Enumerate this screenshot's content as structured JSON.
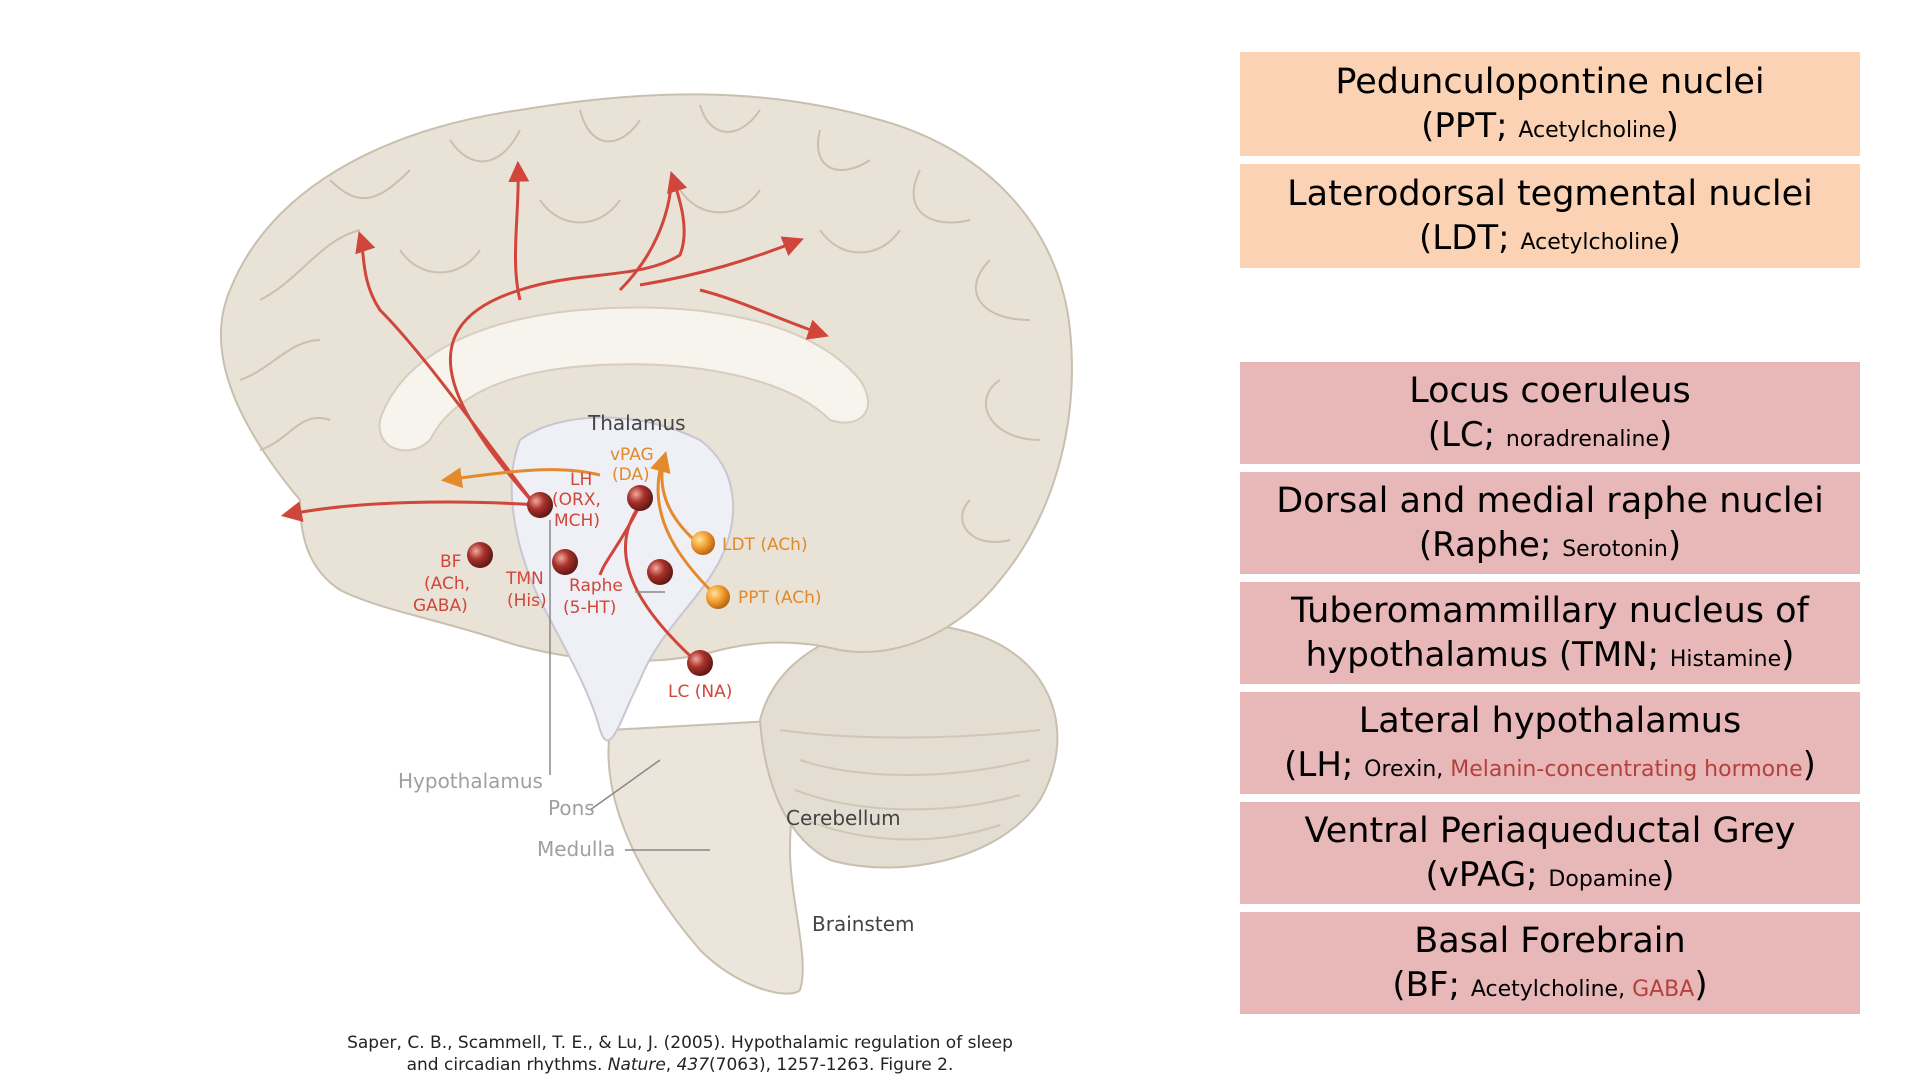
{
  "diagram": {
    "labels": {
      "thalamus": "Thalamus",
      "vpag_1": "vPAG",
      "vpag_2": "(DA)",
      "lh_1": "LH",
      "lh_2": "(ORX,",
      "lh_3": "MCH)",
      "bf_1": "BF",
      "bf_2": "(ACh,",
      "bf_3": "GABA)",
      "tmn_1": "TMN",
      "tmn_2": "(His)",
      "raphe_1": "Raphe",
      "raphe_2": "(5-HT)",
      "ldt": "LDT (ACh)",
      "ppt": "PPT (ACh)",
      "lc": "LC (NA)",
      "hypothalamus": "Hypothalamus",
      "pons": "Pons",
      "medulla": "Medulla",
      "cerebellum": "Cerebellum",
      "brainstem": "Brainstem"
    },
    "colors": {
      "red_pathway": "#d0463b",
      "orange_pathway": "#e58a2a",
      "brain_fill": "#e9e2d6",
      "brain_stroke": "#c9bfae"
    }
  },
  "boxes": {
    "ppt": {
      "title": "Pedunculopontine nuclei",
      "abbr_open": "(PPT; ",
      "nt": "Acetylcholine",
      "close": ")"
    },
    "ldt": {
      "title": "Laterodorsal tegmental nuclei",
      "abbr_open": "(LDT; ",
      "nt": "Acetylcholine",
      "close": ")"
    },
    "lc": {
      "title": "Locus coeruleus",
      "abbr_open": "(LC; ",
      "nt": "noradrenaline",
      "close": ")"
    },
    "raphe": {
      "title": "Dorsal and medial raphe nuclei",
      "abbr_open": "(Raphe; ",
      "nt": "Serotonin",
      "close": ")"
    },
    "tmn": {
      "title_1": "Tuberomammillary nucleus of",
      "title_2": "hypothalamus (TMN; ",
      "nt": "Histamine",
      "close": ")"
    },
    "lh": {
      "title": "Lateral hypothalamus",
      "abbr_open": "(LH; ",
      "nt": "Orexin, ",
      "nt2": "Melanin-concentrating hormone",
      "close": ")"
    },
    "vpag": {
      "title": "Ventral Periaqueductal Grey",
      "abbr_open": "(vPAG; ",
      "nt": "Dopamine",
      "close": ")"
    },
    "bf": {
      "title": "Basal Forebrain",
      "abbr_open": "(BF; ",
      "nt": "Acetylcholine, ",
      "nt2": "GABA",
      "close": ")"
    }
  },
  "citation": {
    "line1": "Saper, C. B., Scammell, T. E., & Lu, J. (2005). Hypothalamic regulation of sleep",
    "line2_pre": "and circadian rhythms. ",
    "journal": "Nature",
    "line2_sep": ", ",
    "volume": "437",
    "line2_post": "(7063), 1257-1263. Figure 2."
  }
}
